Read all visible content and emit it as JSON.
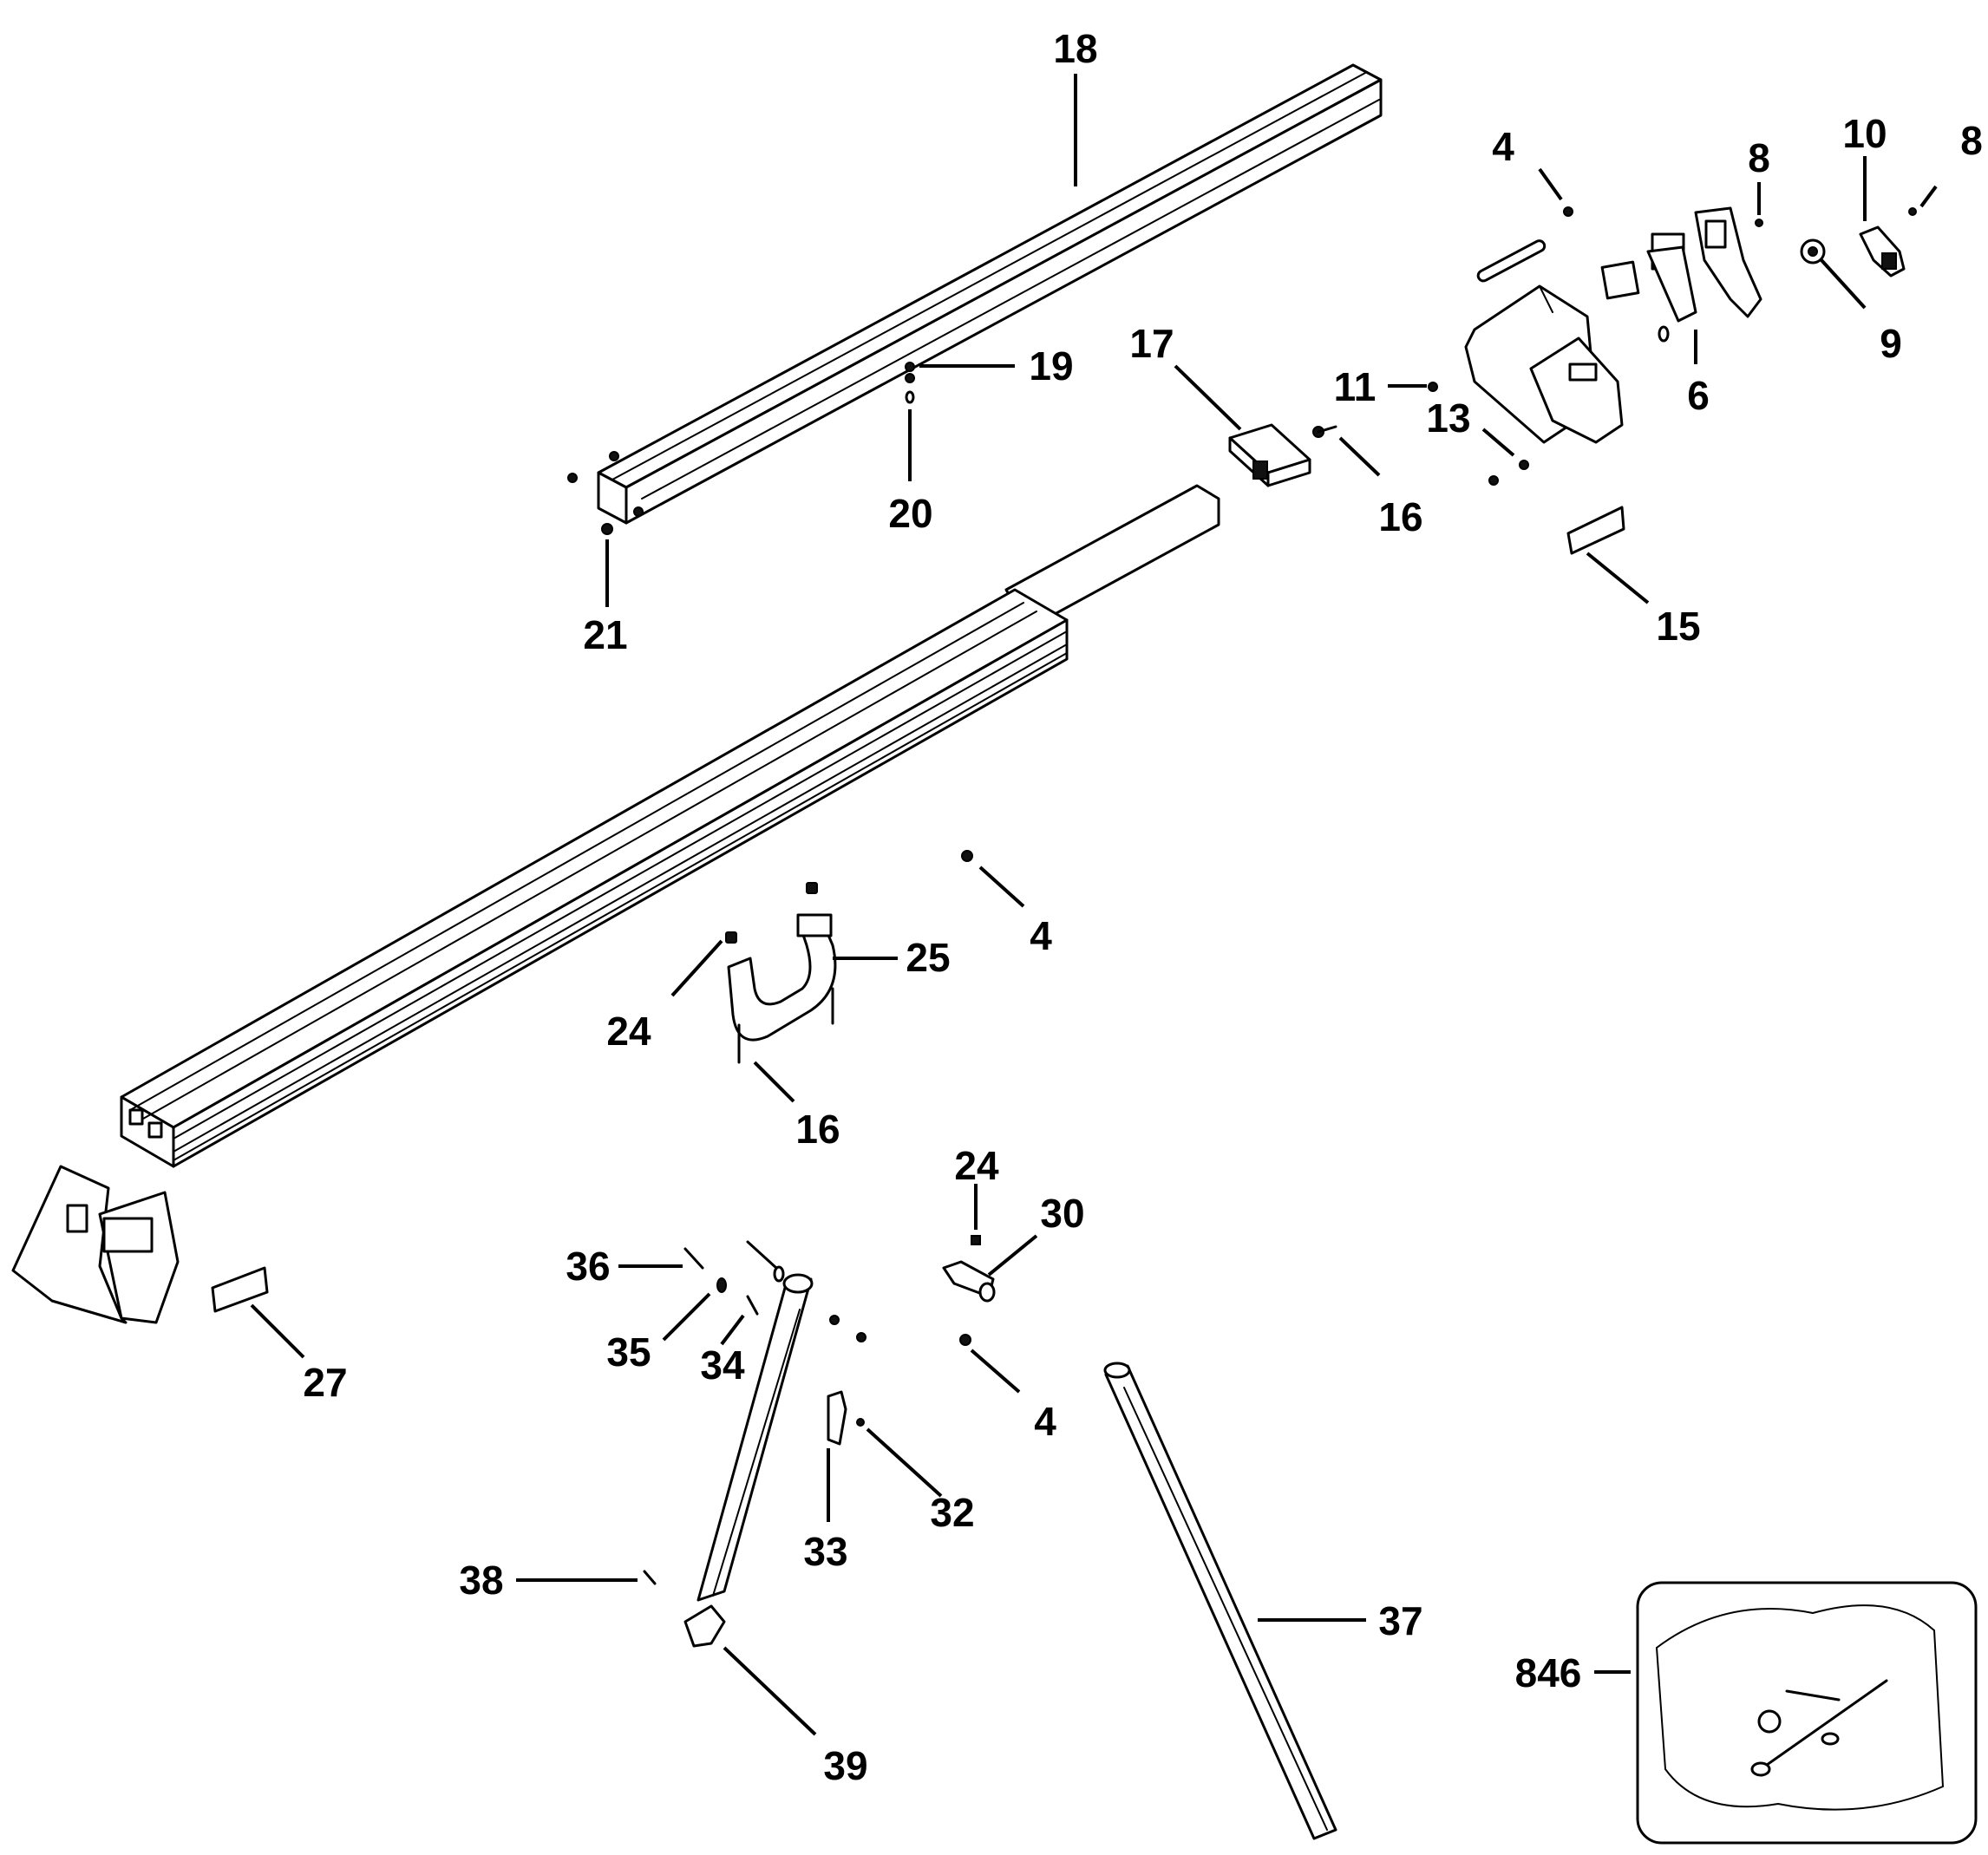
{
  "diagram": {
    "callouts": {
      "c18": "18",
      "c19": "19",
      "c20": "20",
      "c21": "21",
      "c4a": "4",
      "c8a": "8",
      "c10": "10",
      "c8b": "8",
      "c9": "9",
      "c6": "6",
      "c11": "11",
      "c13": "13",
      "c17": "17",
      "c16a": "16",
      "c15": "15",
      "c4b": "4",
      "c25": "25",
      "c24a": "24",
      "c16b": "16",
      "c24b": "24",
      "c30": "30",
      "c4c": "4",
      "c36": "36",
      "c35": "35",
      "c34": "34",
      "c27": "27",
      "c32": "32",
      "c33": "33",
      "c38": "38",
      "c37": "37",
      "c39": "39",
      "c846": "846"
    }
  }
}
